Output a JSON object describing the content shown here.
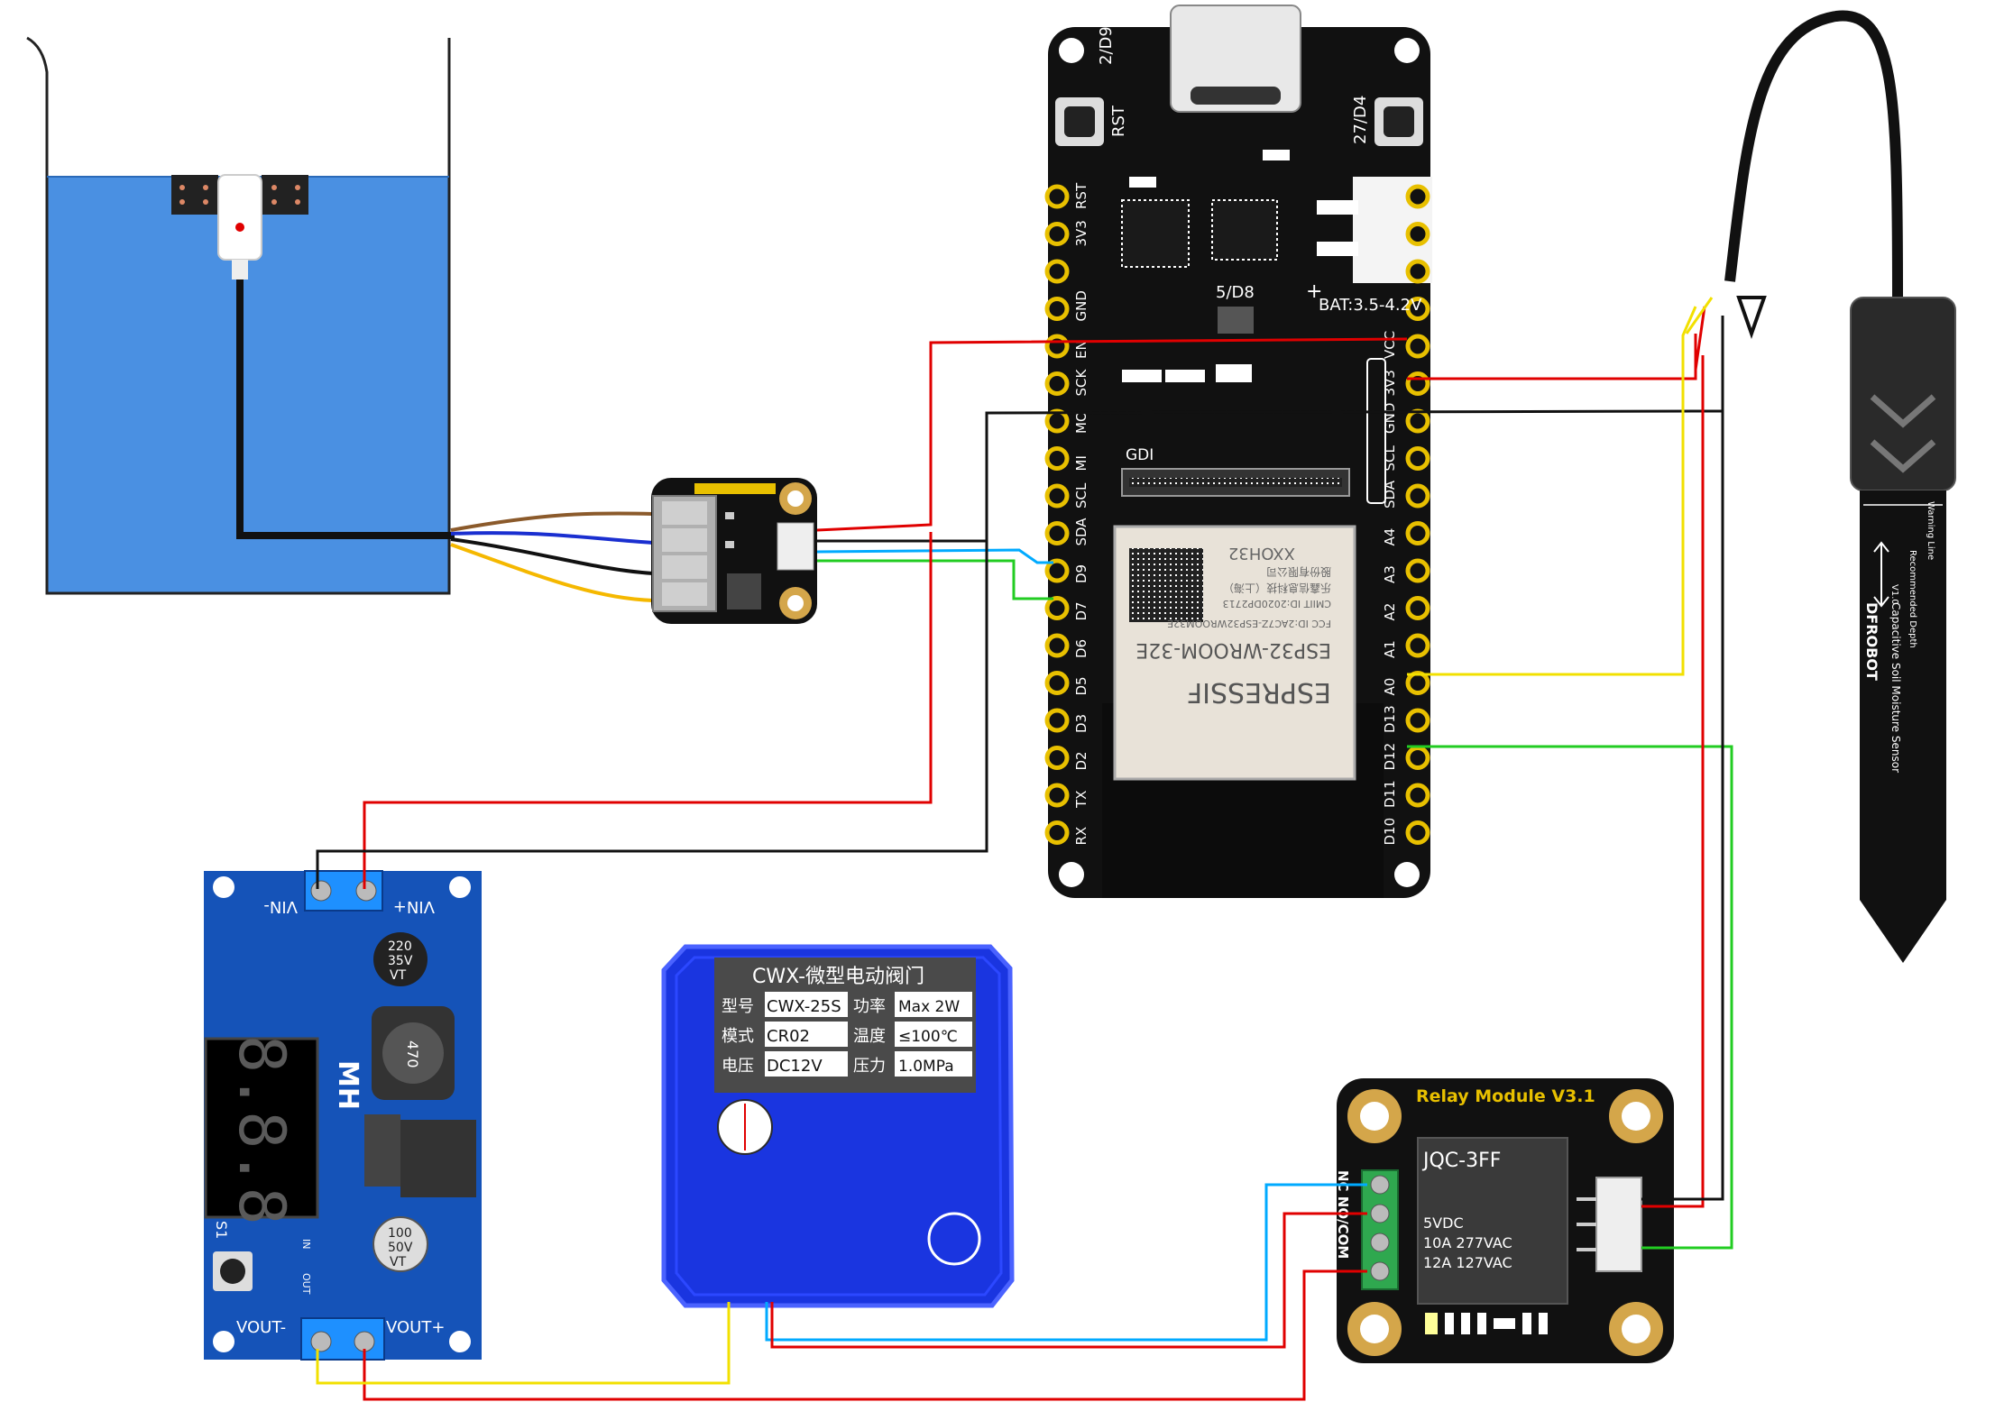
{
  "esp32": {
    "usb_left_label": "2/D9",
    "rst_button_label": "RST",
    "right_button_label": "27/D4",
    "d8_label": "5/D8",
    "bat_label": "BAT:3.5-4.2V",
    "gdi_label": "GDI",
    "plus_label": "+",
    "left_pins": [
      "RST",
      "3V3",
      "",
      "GND",
      "EN",
      "SCK",
      "MO",
      "MI",
      "SCL",
      "SDA",
      "D9",
      "D7",
      "D6",
      "D5",
      "D3",
      "D2",
      "TX",
      "RX"
    ],
    "right_pins": [
      "",
      "",
      "",
      "",
      "VCC",
      "3V3",
      "GND",
      "SCL",
      "SDA",
      "A4",
      "A3",
      "A2",
      "A1",
      "A0",
      "D13",
      "D12",
      "D11",
      "D10"
    ],
    "module_brand": "ESPRESSIF",
    "module_model": "ESP32-WROOM-32E",
    "module_fcc": "FCC ID:2AC7Z-ESP32WROOM32E",
    "module_cmiit": "CMIIT ID:2020DP2713",
    "module_maker1": "乐鑫信息科技（上海）",
    "module_maker2": "股份有限公司",
    "module_code": "XXOH32"
  },
  "buck": {
    "vin_minus": "VIN-",
    "vin_plus": "VIN+",
    "vout_minus": "VOUT-",
    "vout_plus": "VOUT+",
    "cap1": [
      "220",
      "35V",
      "VT"
    ],
    "cap2": [
      "100",
      "50V",
      "VT"
    ],
    "inductor": "470",
    "brand": "MH",
    "switch_label": "S1",
    "in_label": "IN",
    "out_label": "OUT",
    "display": "8.8.8"
  },
  "valve": {
    "title": "CWX-微型电动阀门",
    "rows": [
      {
        "k1": "型号",
        "v1": "CWX-25S",
        "k2": "功率",
        "v2": "Max 2W"
      },
      {
        "k1": "模式",
        "v1": "CR02",
        "k2": "温度",
        "v2": "≤100℃"
      },
      {
        "k1": "电压",
        "v1": "DC12V",
        "k2": "压力",
        "v2": "1.0MPa"
      }
    ]
  },
  "relay": {
    "title": "Relay Module V3.1",
    "part": "JQC-3FF",
    "spec1": "5VDC",
    "spec2": "10A  277VAC",
    "spec3": "12A  127VAC",
    "terminals": "NC NO/COM"
  },
  "soil_probe": {
    "warning": "Warning Line",
    "depth": "Recommended Depth",
    "desc": "Capacitive Soil Moisture Sensor",
    "brand": "DFROBOT",
    "version": "V1.0"
  },
  "colors": {
    "red": "#e00000",
    "black": "#111111",
    "blue": "#00aaff",
    "green": "#22cc22",
    "yellow": "#f2e000",
    "brown": "#8b5a2b",
    "orange": "#f5b800",
    "water": "#4a90e2",
    "pcb_blue": "#1553b8",
    "valve_blue": "#1a35e0"
  }
}
